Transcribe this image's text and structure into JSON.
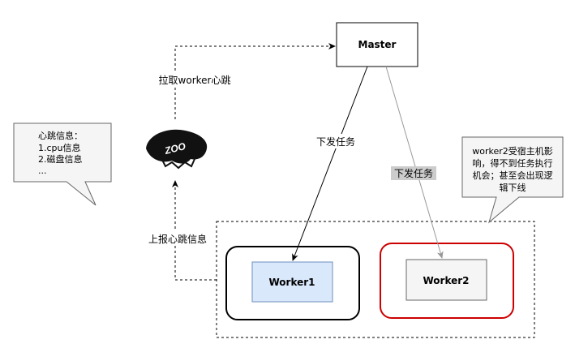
{
  "nodes": {
    "master": "Master",
    "worker1": "Worker1",
    "worker2": "Worker2",
    "zookeeper_logo_text": "ZOO"
  },
  "edges": {
    "pull_heartbeat": "拉取worker心跳",
    "report_heartbeat": "上报心跳信息",
    "dispatch_task": "下发任务",
    "dispatch_task_faded": "下发任务"
  },
  "notes": {
    "heartbeat_info": [
      "心跳信息：",
      "1.cpu信息",
      "2.磁盘信息",
      "..."
    ],
    "worker2_warning": [
      "worker2受宿主机影",
      "响，得不到任务执行",
      "机会；甚至会出现逻",
      "辑下线"
    ]
  },
  "colors": {
    "worker1_fill": "#dae8fc",
    "worker2_fill": "#f5f5f5",
    "worker2_container_border": "#cc0000",
    "note_fill": "#f5f5f5",
    "faded_arrow": "#999999"
  }
}
